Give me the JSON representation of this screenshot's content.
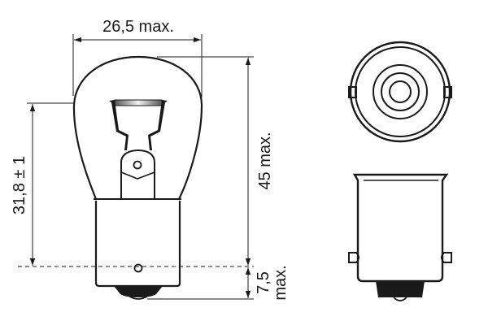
{
  "drawing": {
    "subject": "automotive bulb technical drawing",
    "views": [
      "side-view-bulb",
      "top-view-base",
      "side-view-base"
    ],
    "colors": {
      "line": "#1a1a1a",
      "background": "#ffffff"
    }
  },
  "dimensions": {
    "width": {
      "label": "26,5 max."
    },
    "light_center_length": {
      "label": "31,8 ± 1"
    },
    "overall_length": {
      "label": "45 max."
    },
    "contact_length": {
      "value_label": "7,5",
      "suffix_label": "max."
    }
  }
}
